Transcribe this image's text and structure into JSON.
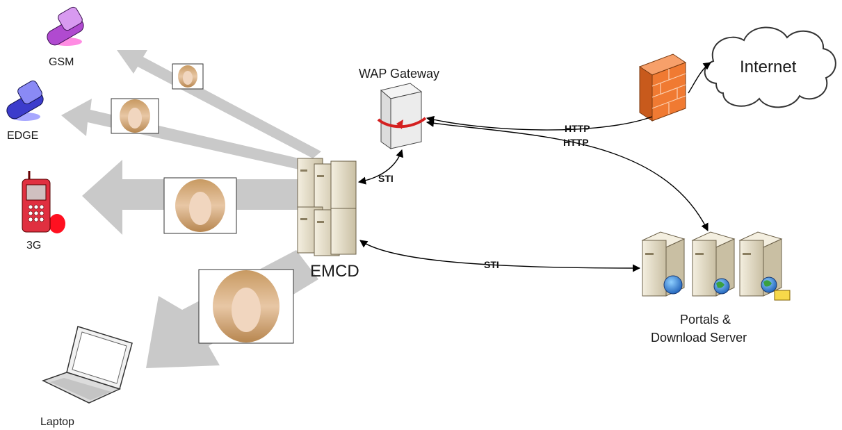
{
  "devices": {
    "gsm": "GSM",
    "edge": "EDGE",
    "three_g": "3G",
    "laptop": "Laptop"
  },
  "nodes": {
    "emcd": "EMCD",
    "wap_gateway": "WAP Gateway",
    "internet": "Internet",
    "portals_line1": "Portals &",
    "portals_line2": "Download Server"
  },
  "links": {
    "http_internet": "HTTP",
    "http_portals": "HTTP",
    "sti_wap": "STI",
    "sti_portals": "STI"
  },
  "colors": {
    "flow_arrow": "#c9c9c9",
    "firewall": "#f07a32",
    "server": "#e8e0c8",
    "connector": "#000000"
  }
}
